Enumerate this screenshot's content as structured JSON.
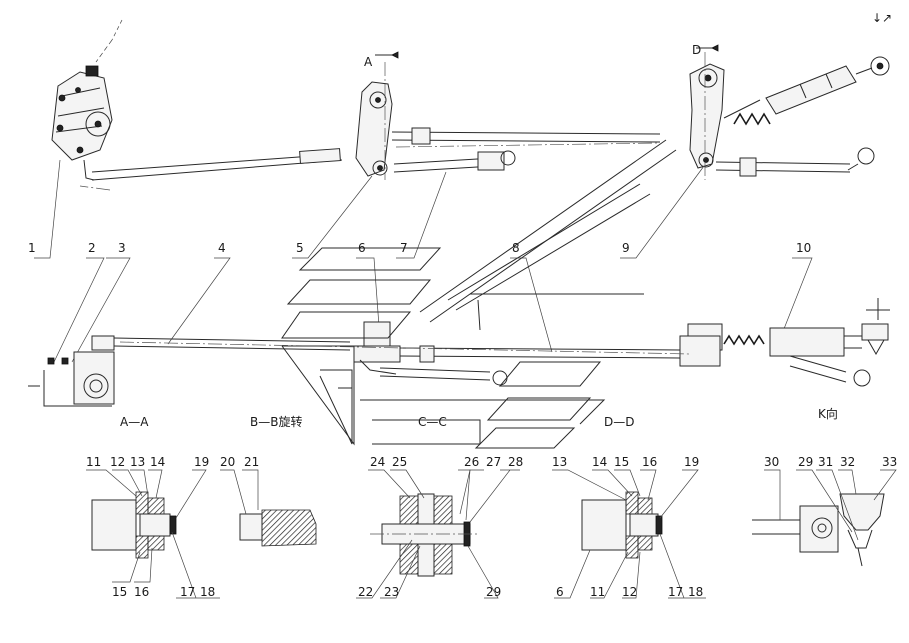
{
  "views": {
    "a": "A",
    "d": "D",
    "aa": "A—A",
    "bb": "B—B旋转",
    "cc": "C—C",
    "dd": "D—D",
    "k": "K向"
  },
  "parts": [
    "1",
    "2",
    "3",
    "4",
    "5",
    "6",
    "7",
    "8",
    "9",
    "10",
    "11",
    "12",
    "13",
    "14",
    "15",
    "16",
    "17",
    "18",
    "19",
    "20",
    "21",
    "22",
    "23",
    "24",
    "25",
    "26",
    "27",
    "28",
    "29",
    "30",
    "31",
    "32",
    "33"
  ],
  "detail_dd": {
    "p13": "13",
    "p14": "14",
    "p15": "15",
    "p16": "16",
    "p19": "19",
    "p6": "6",
    "p11": "11",
    "p12": "12",
    "p17": "17",
    "p18": "18"
  },
  "detail_k": {
    "p30": "30",
    "p29": "29",
    "p31": "31",
    "p32": "32",
    "p33": "33"
  }
}
